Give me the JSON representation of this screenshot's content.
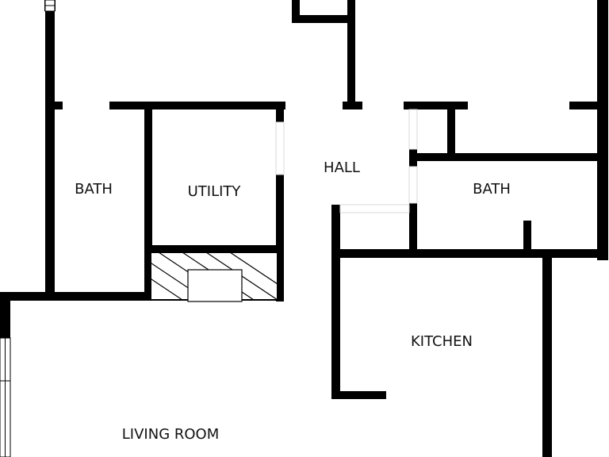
{
  "plan": {
    "rooms": [
      {
        "id": "bath-left",
        "label": "BATH"
      },
      {
        "id": "utility",
        "label": "UTILITY"
      },
      {
        "id": "hall",
        "label": "HALL"
      },
      {
        "id": "bath-right",
        "label": "BATH"
      },
      {
        "id": "kitchen",
        "label": "KITCHEN"
      },
      {
        "id": "living-room",
        "label": "LIVING ROOM"
      }
    ],
    "colors": {
      "wall": "#000000",
      "background": "#ffffff",
      "label": "#111111"
    }
  }
}
